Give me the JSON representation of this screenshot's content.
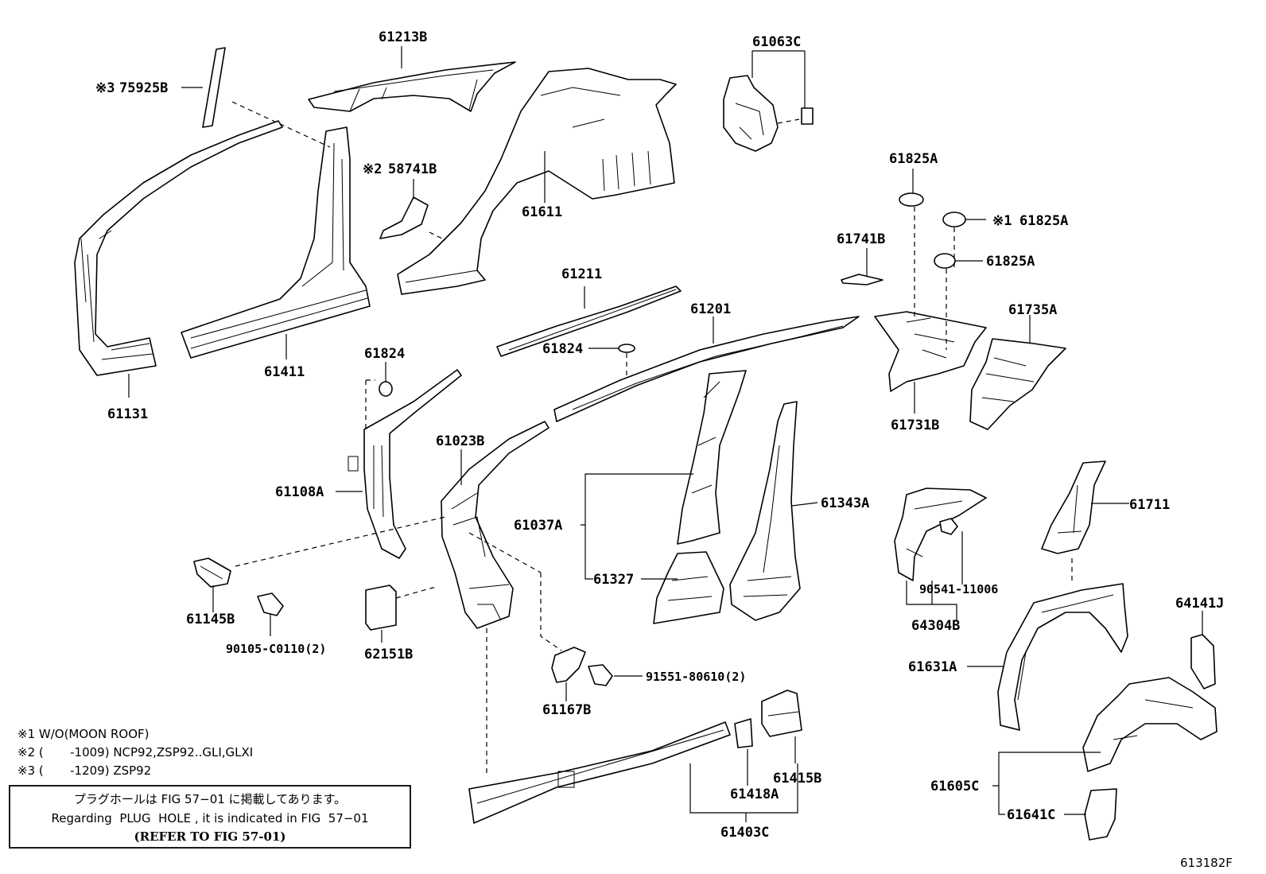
{
  "labels": {
    "p61213B": "61213B",
    "p75925B": "75925B",
    "p58741B": "58741B",
    "p61611": "61611",
    "p61063C": "61063C",
    "p61825A_a": "61825A",
    "p61825A_b": "61825A",
    "p61825A_c": "61825A",
    "p61741B": "61741B",
    "p61735A": "61735A",
    "p61731B": "61731B",
    "p61211": "61211",
    "p61201": "61201",
    "p61824_a": "61824",
    "p61824_b": "61824",
    "p61131": "61131",
    "p61411": "61411",
    "p61108A": "61108A",
    "p61023B": "61023B",
    "p61037A": "61037A",
    "p61327": "61327",
    "p61343A": "61343A",
    "p61711": "61711",
    "p64304B": "64304B",
    "p90541": "90541-11006",
    "p64141J": "64141J",
    "p61631A": "61631A",
    "p61145B": "61145B",
    "p90105": "90105-C0110(2)",
    "p62151B": "62151B",
    "p61167B": "61167B",
    "p91551": "91551-80610(2)",
    "p61418A": "61418A",
    "p61415B": "61415B",
    "p61403C": "61403C",
    "p61605C": "61605C",
    "p61641C": "61641C"
  },
  "marks": {
    "m1": "※1",
    "m2": "※2",
    "m3": "※3"
  },
  "notes": {
    "n1": "※1 W/O(MOON ROOF)",
    "n2": "※2 (       -1009) NCP92,ZSP92..GLI,GLXI",
    "n3": "※3 (       -1209) ZSP92"
  },
  "plug_box": {
    "line1": "プラグホールは FIG 57−01 に掲載してあります。",
    "line2": "Regarding  PLUG  HOLE , it is indicated in FIG  57−01",
    "line3": "(REFER TO FIG 57-01)"
  },
  "figure_id": "613182F"
}
